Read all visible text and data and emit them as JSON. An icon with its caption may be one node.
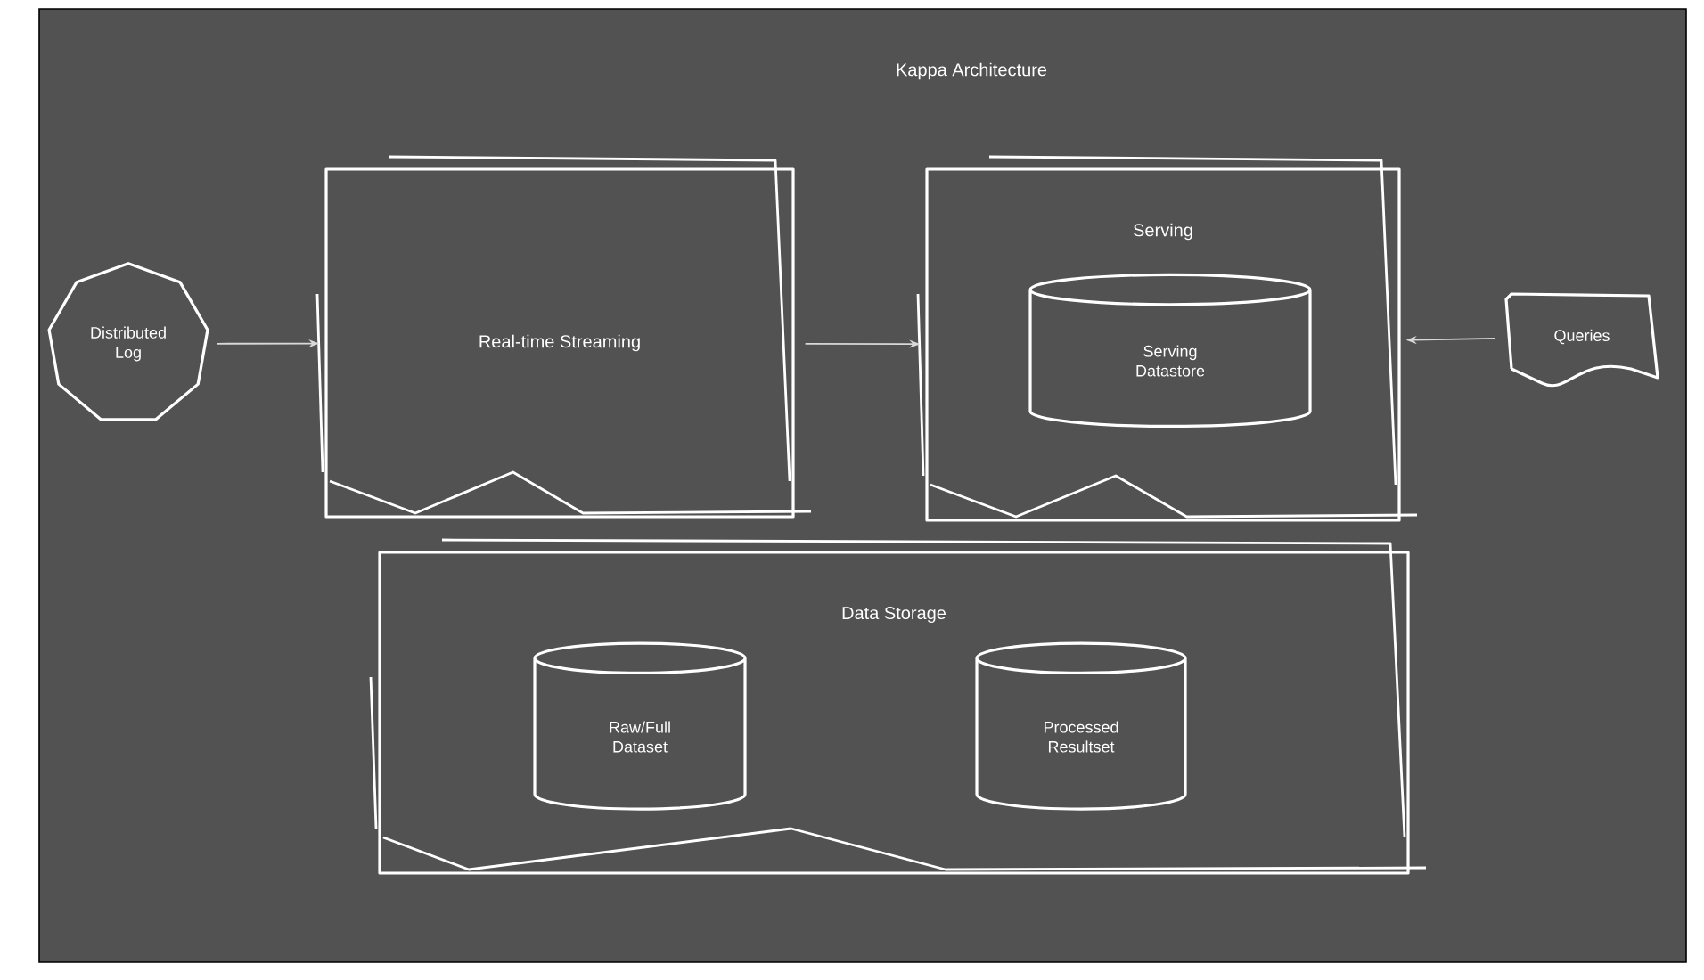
{
  "diagram": {
    "title": "Kappa Architecture",
    "nodes": [
      {
        "text": [
          "Distributed Log"
        ]
      },
      {
        "text": [
          "Real-time Streaming"
        ]
      },
      {
        "text": [
          "Serving"
        ]
      },
      {
        "text": [
          "Serving Datastore"
        ],
        "in": 2
      },
      {
        "text": [
          "Queries"
        ]
      },
      {
        "text": [
          "Data Storage"
        ]
      },
      {
        "text": [
          "Raw/Full Dataset"
        ],
        "in": 5
      },
      {
        "text": [
          "Processed Resultset"
        ],
        "in": 5
      }
    ],
    "edges": [
      {
        "from": 0,
        "to": 1,
        "arrow": "to"
      },
      {
        "from": 1,
        "to": 2,
        "arrow": "to"
      },
      {
        "from": 4,
        "to": 2,
        "arrow": "to"
      }
    ]
  }
}
